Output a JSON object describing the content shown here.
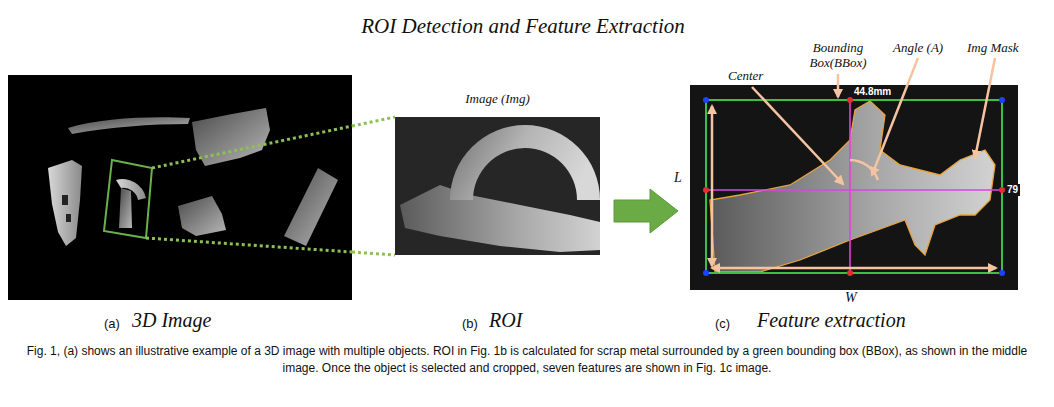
{
  "diagram": {
    "title": "ROI Detection and Feature Extraction",
    "caption": "Fig. 1, (a) shows an illustrative example of a 3D image with multiple objects. ROI in Fig. 1b is calculated for scrap metal surrounded by a green bounding box (BBox), as shown in the middle image. Once the object is selected and cropped, seven features are shown in Fig. 1c image.",
    "nodes": [
      {
        "text": [
          "(a)",
          "3D Image"
        ]
      },
      {
        "text": [
          "Image (Img)",
          "(b)",
          "ROI"
        ]
      },
      {
        "text": [
          "(c)",
          "Feature extraction"
        ]
      }
    ],
    "edges": [
      {
        "from": 0,
        "to": 1,
        "arrow": "none"
      },
      {
        "from": 1,
        "to": 2,
        "arrow": "to"
      }
    ],
    "labels": [
      "Center",
      "Bounding Box(BBox)",
      "Angle (A)",
      "Img Mask",
      "44.8mm",
      "79",
      "L",
      "W"
    ]
  }
}
